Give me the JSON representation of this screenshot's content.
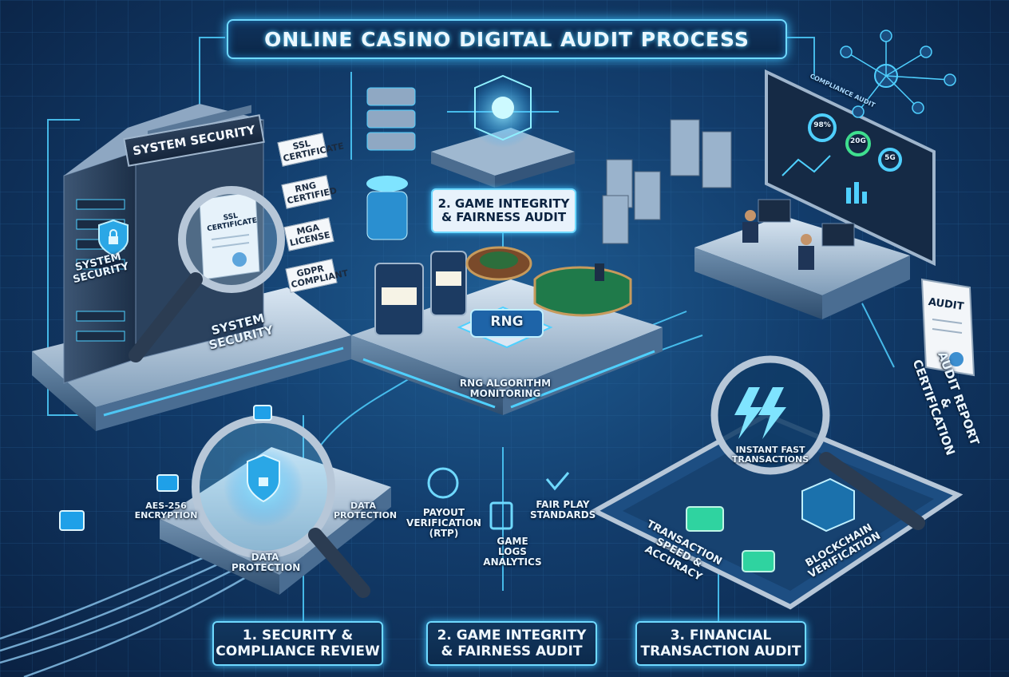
{
  "title": "ONLINE CASINO DIGITAL AUDIT PROCESS",
  "system_security": {
    "banner": "SYSTEM SECURITY",
    "rack_label": "SYSTEM SECURITY",
    "base_label": "SYSTEM SECURITY",
    "certificate": "SSL CERTIFICATE",
    "tags": [
      "SSL CERTIFICATE",
      "RNG CERTIFIED",
      "MGA LICENSE",
      "GDPR COMPLIANT"
    ]
  },
  "game_integrity": {
    "heading": "2. GAME INTEGRITY & FAIRNESS AUDIT",
    "heading_line1": "2. GAME INTEGRITY",
    "heading_line2": "& FAIRNESS AUDIT",
    "chip": "RNG",
    "monitoring": "RNG ALGORITHM MONITORING",
    "payout": "PAYOUT VERIFICATION (RTP)",
    "logs": "GAME LOGS ANALYTICS",
    "fairplay": "FAIR PLAY STANDARDS"
  },
  "security_review": {
    "encryption": "AES-256 ENCRYPTION",
    "data_protection_right": "DATA PROTECTION",
    "data_protection_bottom": "DATA PROTECTION"
  },
  "financial": {
    "fast": "INSTANT FAST TRANSACTIONS",
    "speed": "TRANSACTION SPEED & ACCURACY",
    "blockchain": "BLOCKCHAIN VERIFICATION"
  },
  "dashboard": {
    "header": "COMPLIANCE AUDIT",
    "gauges": [
      "98%",
      "20G",
      "5G"
    ]
  },
  "report": {
    "doc": "AUDIT",
    "label": "AUDIT REPORT & CERTIFICATION"
  },
  "steps": [
    {
      "line1": "1. SECURITY &",
      "line2": "COMPLIANCE REVIEW"
    },
    {
      "line1": "2. GAME INTEGRITY",
      "line2": "& FAIRNESS AUDIT"
    },
    {
      "line1": "3. FINANCIAL",
      "line2": "TRANSACTION AUDIT"
    }
  ],
  "colors": {
    "accent": "#4fd0ff",
    "background": "#123c6b",
    "panel": "#1a4d80"
  }
}
